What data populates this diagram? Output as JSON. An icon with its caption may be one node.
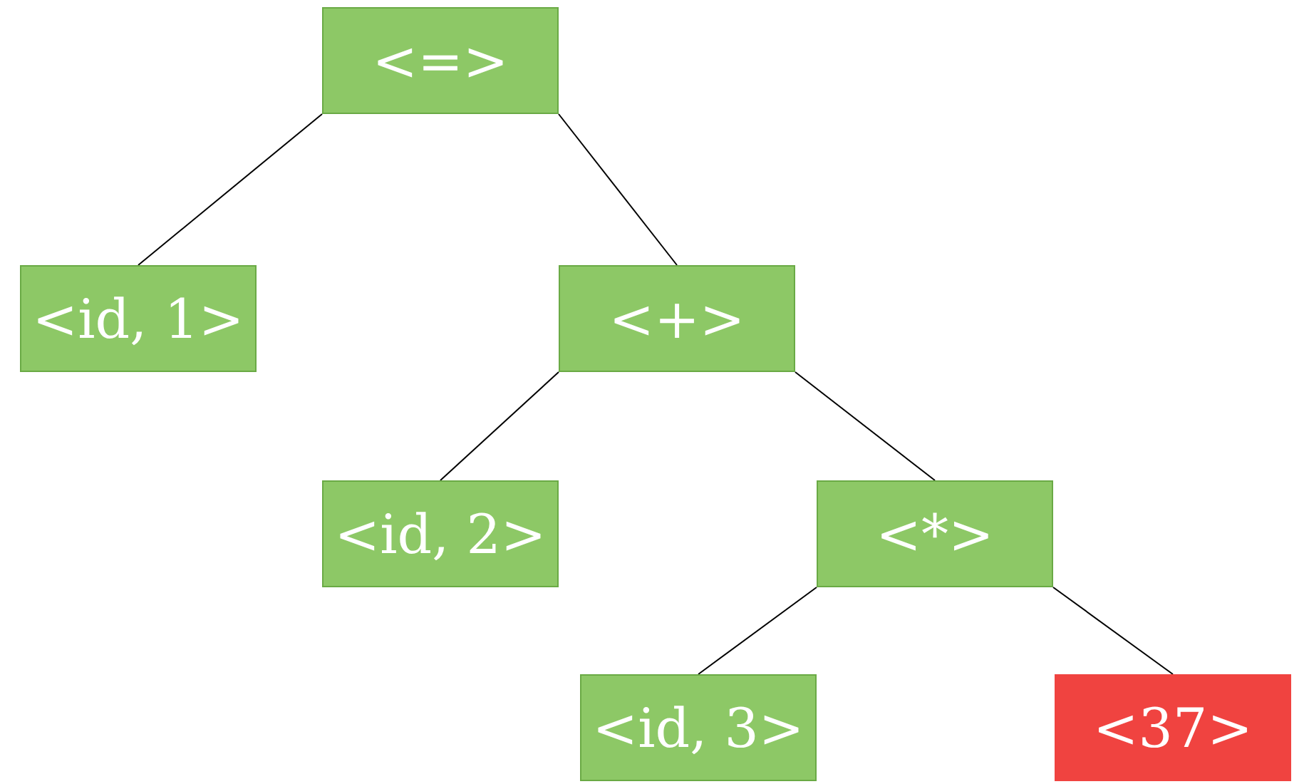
{
  "diagram": {
    "nodes": [
      {
        "text": [
          "<=>"
        ]
      },
      {
        "text": [
          "<id, 1>"
        ]
      },
      {
        "text": [
          "<+>"
        ]
      },
      {
        "text": [
          "<id, 2>"
        ]
      },
      {
        "text": [
          "<*>"
        ]
      },
      {
        "text": [
          "<id, 3>"
        ]
      },
      {
        "text": [
          "<37>"
        ]
      }
    ],
    "edges": [
      {
        "from": 0,
        "to": 1,
        "arrow": "none"
      },
      {
        "from": 0,
        "to": 2,
        "arrow": "none"
      },
      {
        "from": 2,
        "to": 3,
        "arrow": "none"
      },
      {
        "from": 2,
        "to": 4,
        "arrow": "none"
      },
      {
        "from": 4,
        "to": 5,
        "arrow": "none"
      },
      {
        "from": 4,
        "to": 6,
        "arrow": "none"
      }
    ]
  }
}
